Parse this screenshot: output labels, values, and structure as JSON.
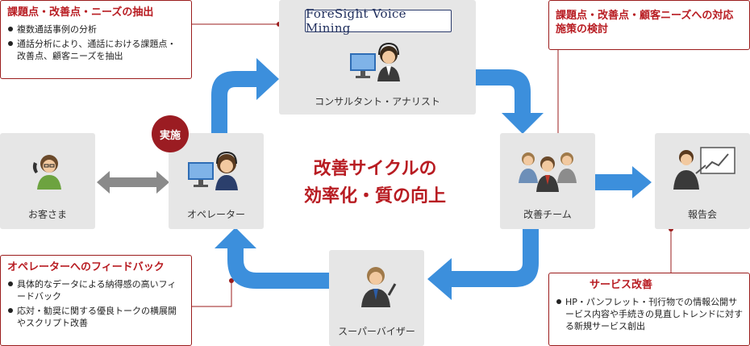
{
  "notes": {
    "extract": {
      "title": "課題点・改善点・ニーズの抽出",
      "items": [
        "複数通話事例の分析",
        "通話分析により、通話における課題点・改善点、顧客ニーズを抽出"
      ]
    },
    "measures": {
      "title": "課題点・改善点・顧客ニーズへの対応施策の検討"
    },
    "feedback": {
      "title": "オペレーターへのフィードバック",
      "items": [
        "具体的なデータによる納得感の高いフィードバック",
        "応対・勧奨に関する優良トークの横展開やスクリプト改善"
      ]
    },
    "service": {
      "title": "サービス改善",
      "items": [
        "HP・パンフレット・刊行物での情報公開サービス内容や手続きの見直しトレンドに対する新規サービス創出"
      ]
    }
  },
  "nodes": {
    "customer": "お客さま",
    "operator": "オペレーター",
    "consultant": "コンサルタント・アナリスト",
    "team": "改善チーム",
    "report": "報告会",
    "supervisor": "スーパーバイザー"
  },
  "logo_text": "ForeSight Voice Mining",
  "badge": "実施",
  "center": {
    "line1": "改善サイクルの",
    "line2": "効率化・質の向上"
  },
  "colors": {
    "accent": "#b81c22",
    "arrow": "#3c8fdc",
    "box": "#e6e6e6",
    "gray_arrow": "#8a8a8a"
  }
}
